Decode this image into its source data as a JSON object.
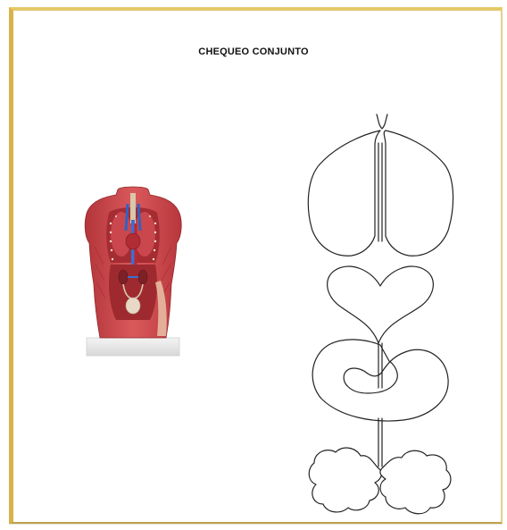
{
  "document": {
    "title": "CHEQUEO CONJUNTO"
  },
  "figures": {
    "left": {
      "icon": "anatomical-torso-model-photo"
    },
    "right": {
      "icon": "organ-outline-drawing"
    }
  }
}
